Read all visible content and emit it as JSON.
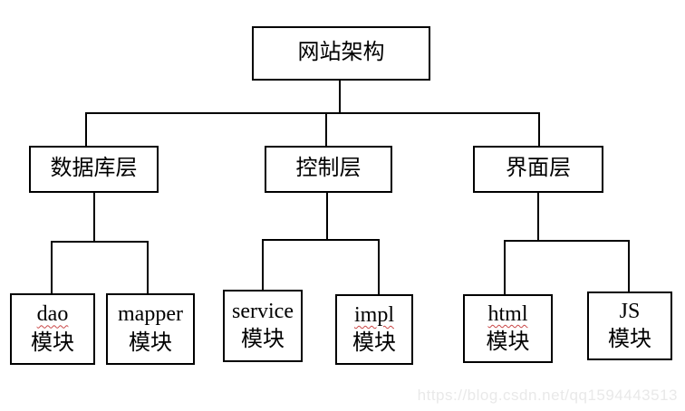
{
  "diagram": {
    "root": {
      "label": "网站架构"
    },
    "layers": [
      {
        "label": "数据库层",
        "children": [
          {
            "latin": "dao",
            "cjk": "模块",
            "spellcheck_squiggle": true
          },
          {
            "latin": "mapper",
            "cjk": "模块",
            "spellcheck_squiggle": false
          }
        ]
      },
      {
        "label": "控制层",
        "children": [
          {
            "latin": "service",
            "cjk": "模块",
            "spellcheck_squiggle": false
          },
          {
            "latin": "impl",
            "cjk": "模块",
            "spellcheck_squiggle": true
          }
        ]
      },
      {
        "label": "界面层",
        "children": [
          {
            "latin": "html",
            "cjk": "模块",
            "spellcheck_squiggle": true
          },
          {
            "latin": "JS",
            "cjk": "模块",
            "spellcheck_squiggle": false
          }
        ]
      }
    ],
    "watermark": "https://blog.csdn.net/qq1594443513",
    "colors": {
      "line": "#000000",
      "box_border": "#000000",
      "background": "#ffffff",
      "squiggle": "#c94747",
      "watermark_text": "#e9e9e9"
    }
  }
}
